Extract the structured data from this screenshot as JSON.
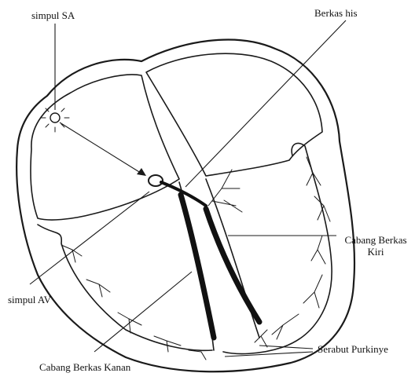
{
  "labels": {
    "sa_node": "simpul SA",
    "bundle_of_his": "Berkas his",
    "left_bundle_branch_line1": "Cabang Berkas",
    "left_bundle_branch_line2": "Kiri",
    "av_node": "simpul AV",
    "right_bundle_branch": "Cabang Berkas Kanan",
    "purkinje_fibers": "Serabut Purkinye"
  },
  "colors": {
    "ink": "#1a1a1a",
    "background": "#ffffff"
  }
}
